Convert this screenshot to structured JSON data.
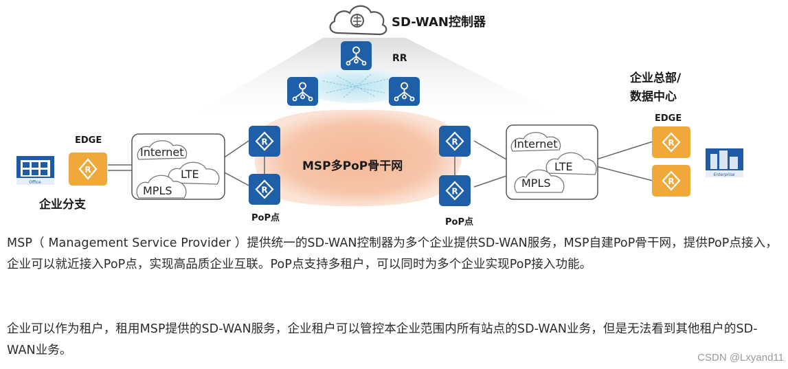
{
  "diagram": {
    "controller_label": "SD-WAN控制器",
    "rr_label": "RR",
    "backbone_label": "MSP多PoP骨干网",
    "left_edge_label": "EDGE",
    "right_edge_label": "EDGE",
    "branch_label": "企业分支",
    "hq_label_line1": "企业总部/",
    "hq_label_line2": "数据中心",
    "pop_label_left": "PoP点",
    "pop_label_right": "PoP点",
    "office_caption": "Office",
    "enterprise_caption": "Enterprise",
    "left_cloud": {
      "internet": "Internet",
      "lte": "LTE",
      "mpls": "MPLS"
    },
    "right_cloud": {
      "internet": "Internet",
      "lte": "LTE",
      "mpls": "MPLS"
    },
    "router_glyph": "R",
    "colors": {
      "router_blue": "#1e5fa8",
      "edge_orange": "#f0a83a",
      "backbone_fill": "#f5c2a6",
      "office_blue": "#1f5aa6"
    },
    "icons": [
      "cloud-brain-icon",
      "rr-router-icon",
      "pop-router-icon",
      "edge-router-icon",
      "office-building-icon",
      "enterprise-building-icon"
    ]
  },
  "text": {
    "paragraph1": "MSP（ Management  Service  Provider ）提供统一的SD-WAN控制器为多个企业提供SD-WAN服务，MSP自建PoP骨干网，提供PoP点接入，企业可以就近接入PoP点，实现高品质企业互联。PoP点支持多租户，可以同时为多个企业实现PoP接入功能。",
    "paragraph2": "企业可以作为租户，租用MSP提供的SD-WAN服务，企业租户可以管控本企业范围内所有站点的SD-WAN业务，但是无法看到其他租户的SD-WAN业务。",
    "watermark": "CSDN @Lxyand11"
  }
}
